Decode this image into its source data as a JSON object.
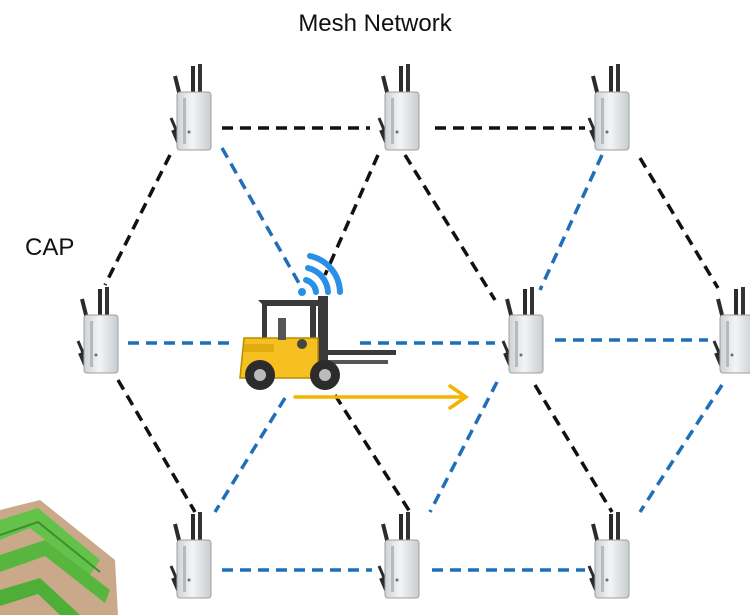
{
  "title": "Mesh Network",
  "cap_label": "CAP",
  "colors": {
    "black_link": "#111111",
    "blue_link": "#1f6fb8",
    "wifi": "#2a8fe6",
    "arrow": "#f4b400",
    "forklift": "#f5c020",
    "device_body": "#e4e6e8"
  },
  "icons": [
    "mesh-node-icon",
    "forklift-icon",
    "wifi-signal-icon",
    "movement-arrow",
    "crop-field-icon"
  ]
}
